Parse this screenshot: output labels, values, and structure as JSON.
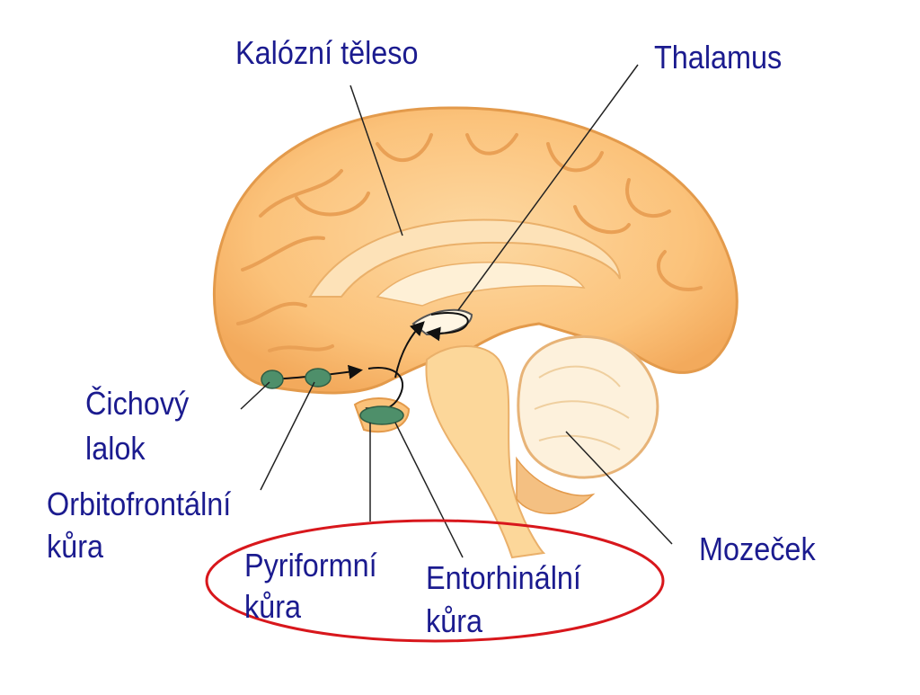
{
  "labels": {
    "corpus_callosum": "Kalózní těleso",
    "thalamus": "Thalamus",
    "olfactory_bulb": [
      "Čichový",
      "lalok"
    ],
    "orbitofrontal": [
      "Orbitofrontální",
      "kůra"
    ],
    "piriform": [
      "Pyriformní",
      "kůra"
    ],
    "entorhinal": [
      "Entorhinální",
      "kůra"
    ],
    "cerebellum": "Mozeček"
  },
  "colors": {
    "label_text": "#1b1b8f",
    "cortex_fill": "#fbc27a",
    "cortex_outline": "#e8a458",
    "brainstem_fill": "#fcd79a",
    "cerebellum_fill": "#fdf1dc",
    "olfactory_nodes": "#4e8f6a",
    "highlight_ellipse": "#d8171c",
    "leader_lines": "#222222"
  },
  "highlight_ellipse": {
    "shape": "ellipse",
    "color": "red"
  }
}
